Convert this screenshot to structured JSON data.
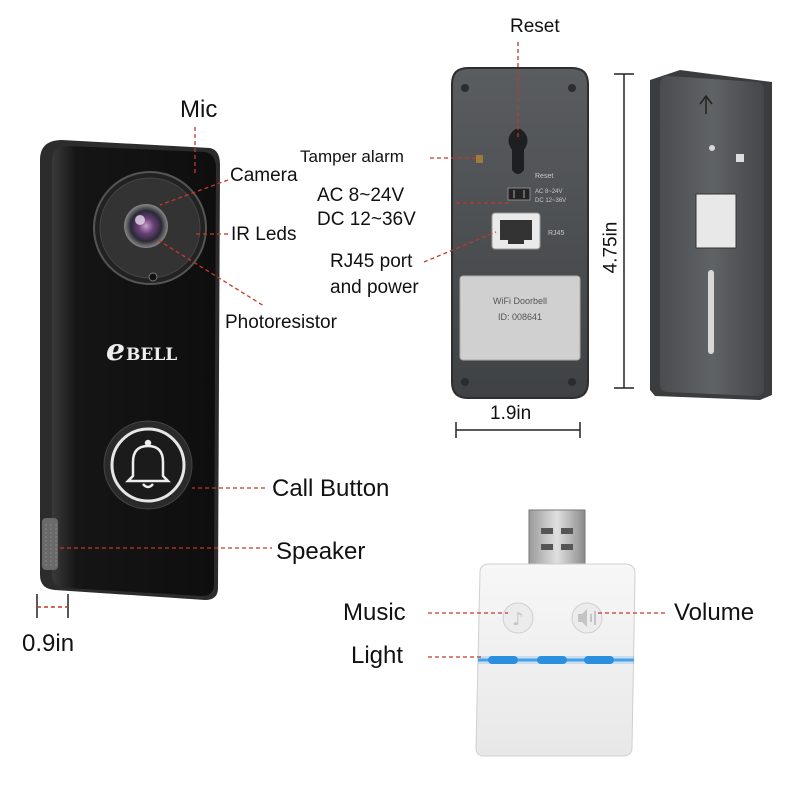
{
  "front": {
    "labels": {
      "mic": "Mic",
      "camera": "Camera",
      "ir_leds": "IR Leds",
      "photoresistor": "Photoresistor",
      "call_button": "Call Button",
      "speaker": "Speaker"
    },
    "logo_text": "BELL",
    "logo_initial": "e",
    "depth": "0.9in"
  },
  "back": {
    "labels": {
      "reset": "Reset",
      "tamper_alarm": "Tamper alarm",
      "ac": "AC 8~24V",
      "dc": "DC 12~36V",
      "rj45_line1": "RJ45 port",
      "rj45_line2": "and power"
    },
    "printed": {
      "reset": "Reset",
      "ac": "AC 8~24V",
      "dc": "DC 12~36V",
      "rj45": "RJ45",
      "sticker_line1": "WiFi Doorbell",
      "sticker_line2": "ID: 008641"
    },
    "width": "1.9in",
    "height": "4.75in"
  },
  "chime": {
    "labels": {
      "music": "Music",
      "volume": "Volume",
      "light": "Light"
    }
  },
  "colors": {
    "leader": "#c0392b",
    "body": "#1a1a1a",
    "light": "#2b8fe0"
  }
}
